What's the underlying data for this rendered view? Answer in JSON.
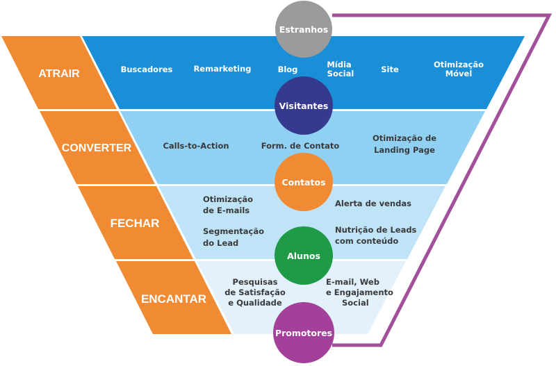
{
  "colors": {
    "orange": "#f08a33",
    "band1": "#1a8fd8",
    "band2": "#8fd0f3",
    "band3": "#bfe3f7",
    "band4": "#e2f1fb",
    "purple_line": "#a3509a",
    "estranhos": "#9b9b9b",
    "visitantes": "#353a8f",
    "contatos": "#f08a33",
    "alunos": "#1f9b48",
    "promotores": "#a3409a"
  },
  "stages": {
    "atrair": "ATRAIR",
    "converter": "CONVERTER",
    "fechar": "FECHAR",
    "encantar": "ENCANTAR"
  },
  "circles": {
    "estranhos": "Estranhos",
    "visitantes": "Visitantes",
    "contatos": "Contatos",
    "alunos": "Alunos",
    "promotores": "Promotores"
  },
  "atrair_items": {
    "buscadores": "Buscadores",
    "remarketing": "Remarketing",
    "blog": "Blog",
    "midia_social_1": "Mídia",
    "midia_social_2": "Social",
    "site": "Site",
    "otimizacao_movel_1": "Otimização",
    "otimizacao_movel_2": "Móvel"
  },
  "converter_items": {
    "calls_to_action": "Calls-to-Action",
    "form_contato": "Form. de Contato",
    "landing_1": "Otimização de",
    "landing_2": "Landing Page"
  },
  "fechar_items": {
    "emails_1": "Otimização",
    "emails_2": "de E-mails",
    "alerta": "Alerta de vendas",
    "segmentacao_1": "Segmentação",
    "segmentacao_2": "do Lead",
    "nutricao_1": "Nutrição de Leads",
    "nutricao_2": "com conteúdo"
  },
  "encantar_items": {
    "pesquisas_1": "Pesquisas",
    "pesquisas_2": "de Satisfação",
    "pesquisas_3": "e Qualidade",
    "email_web_1": "E-mail, Web",
    "email_web_2": "e Engajamento",
    "email_web_3": "Social"
  }
}
